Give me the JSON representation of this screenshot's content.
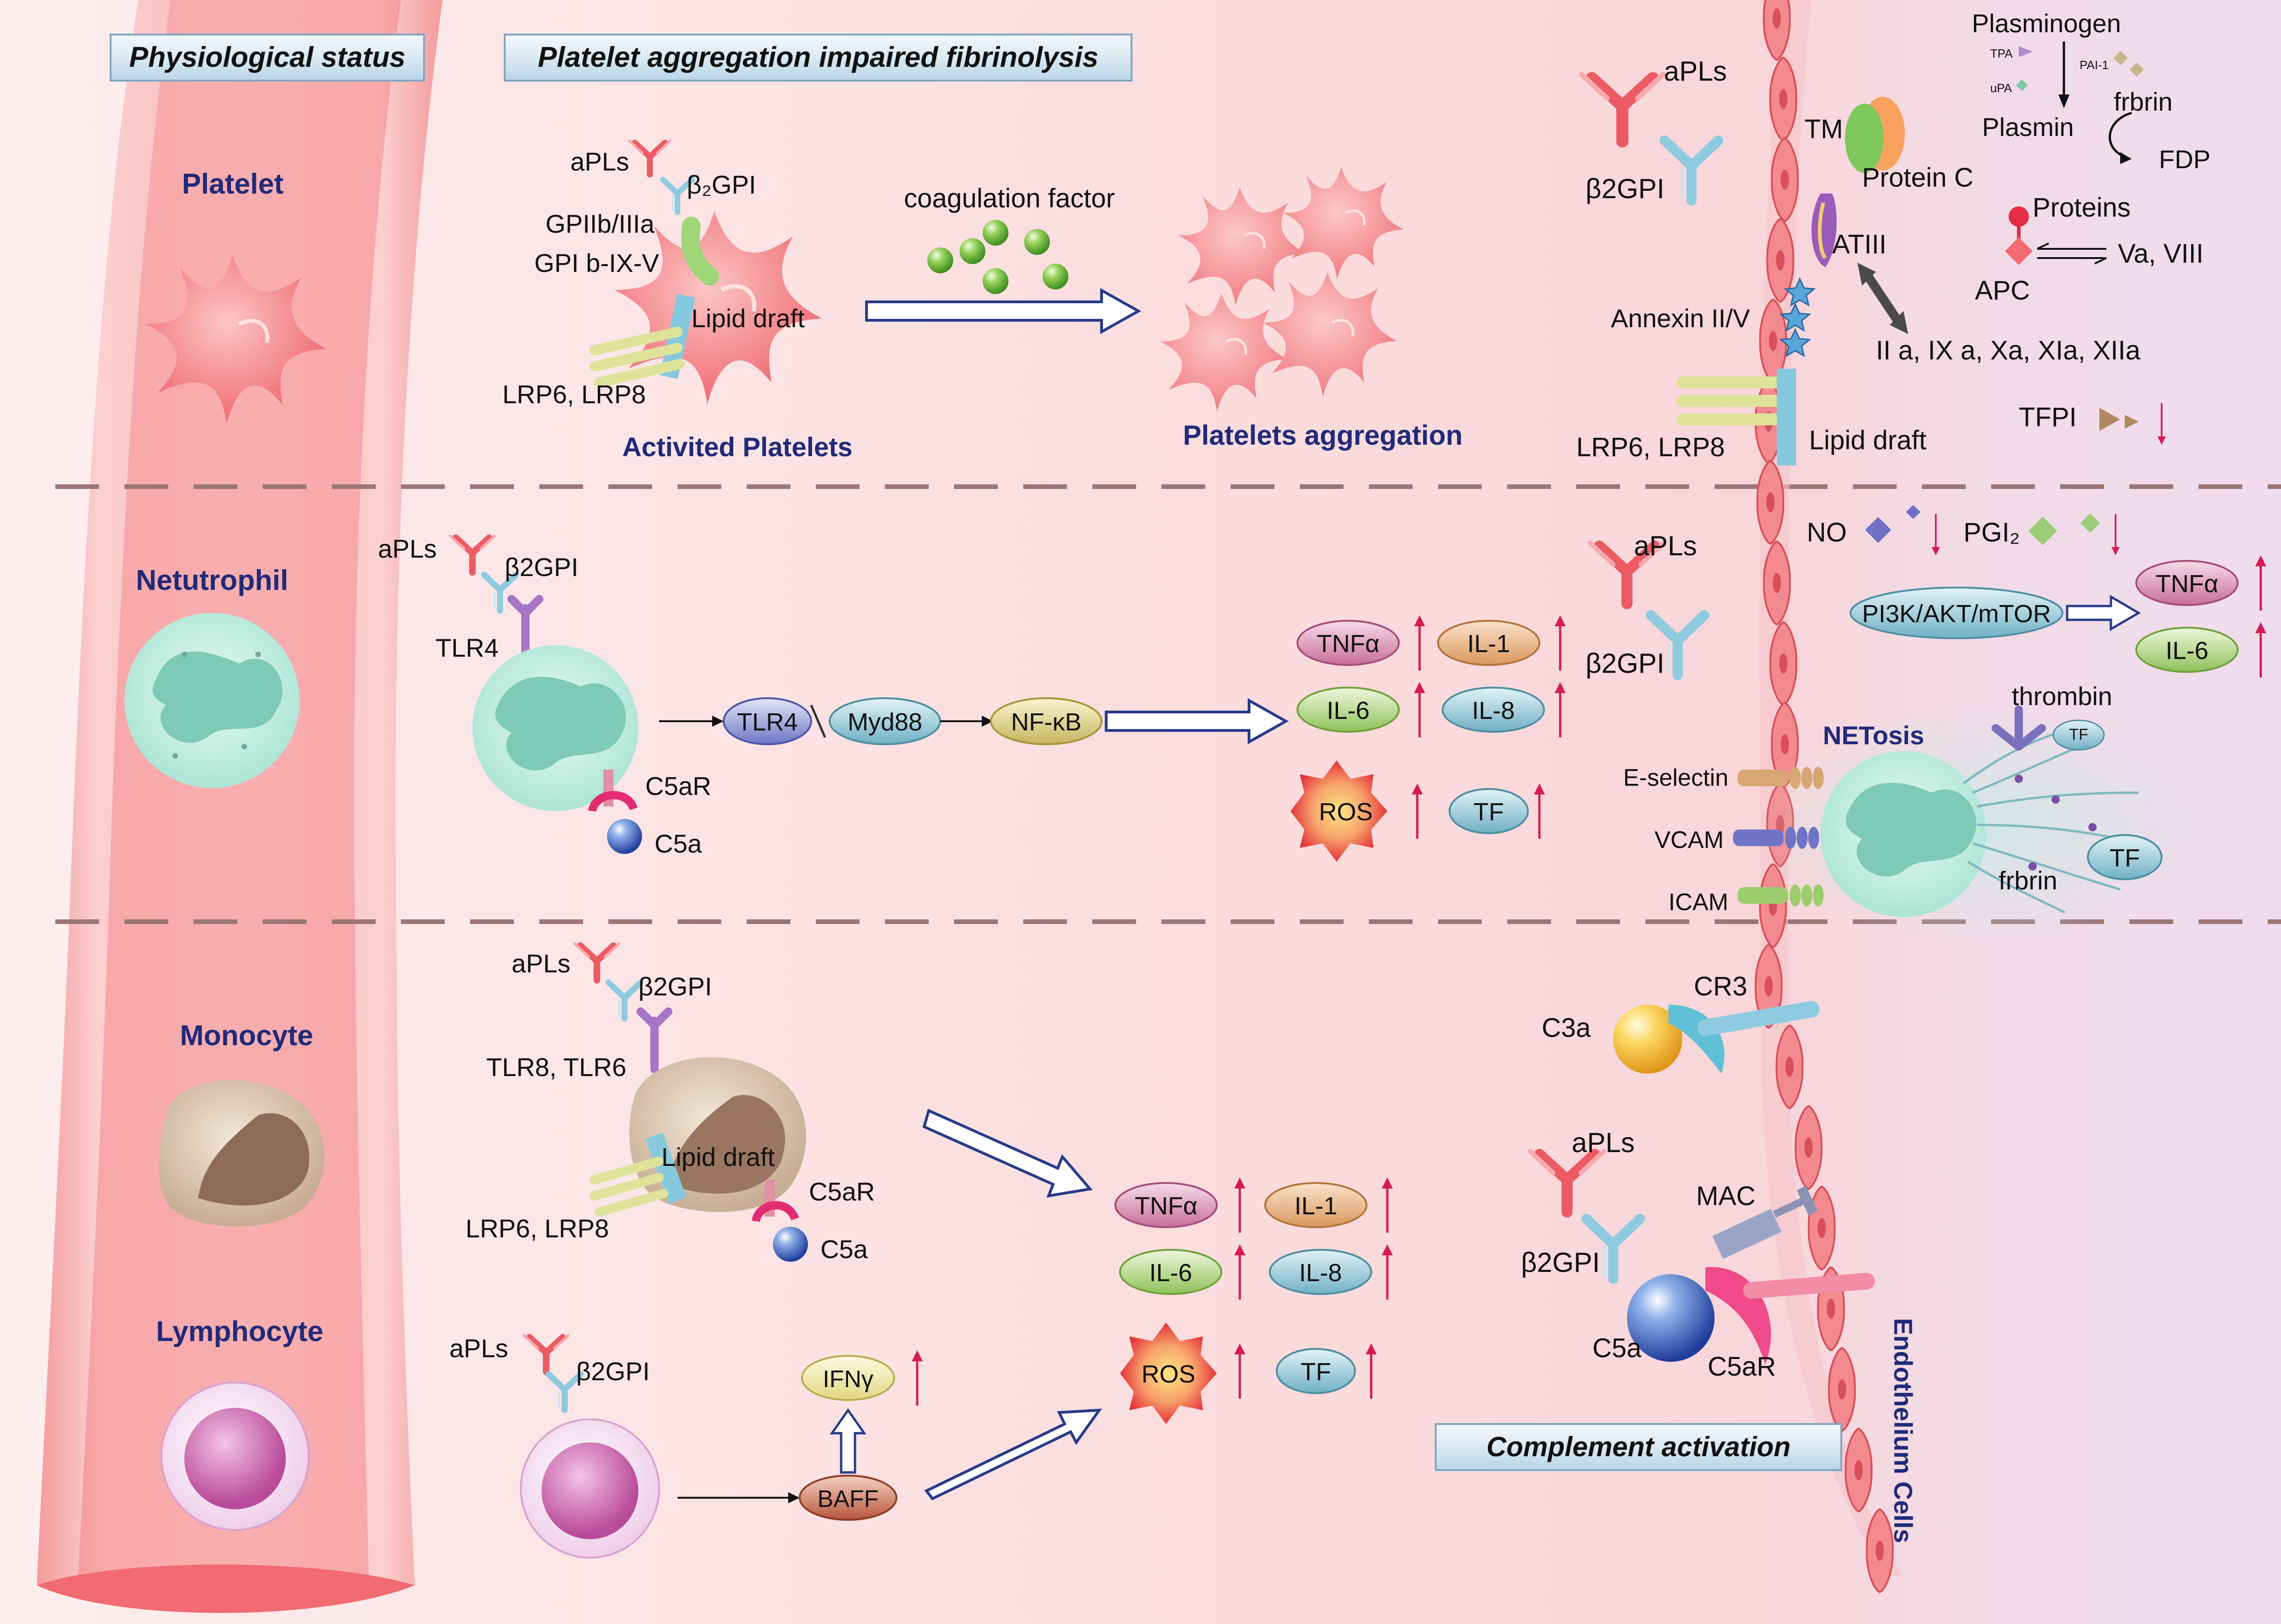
{
  "banners": {
    "physiological_status": "Physiological status",
    "platelet_impaired": "Platelet aggregation impaired fibrinolysis",
    "complement_activation": "Complement activation"
  },
  "cell_types": {
    "platelet": "Platelet",
    "neutrophil": "Netutrophil",
    "monocyte": "Monocyte",
    "lymphocyte": "Lymphocyte"
  },
  "platelet_panel": {
    "apls": "aPLs",
    "b2gpi": "β₂GPI",
    "gpiib": "GPIIb/IIIa",
    "gpib": "GPI b-IX-V",
    "lipid_draft": "Lipid draft",
    "lrp": "LRP6, LRP8",
    "activated": "Activited Platelets",
    "coag_factor": "coagulation factor",
    "aggregation": "Platelets aggregation"
  },
  "fibrinolysis": {
    "apls": "aPLs",
    "b2gpi": "β2GPI",
    "plasminogen": "Plasminogen",
    "tpa": "TPA",
    "upa": "uPA",
    "pai1": "PAI-1",
    "plasmin": "Plasmin",
    "frbrin": "frbrin",
    "fdp": "FDP",
    "tm": "TM",
    "protein_c": "Protein C",
    "proteins": "Proteins",
    "atiii": "ATIII",
    "apc": "APC",
    "va_viii": "Va, VIII",
    "annexin": "Annexin II/V",
    "factors": "II a, IX a, Xa, XIa, XIIa",
    "tfpi": "TFPI",
    "lrp": "LRP6, LRP8",
    "lipid_draft": "Lipid draft"
  },
  "neutrophil_panel": {
    "apls": "aPLs",
    "b2gpi": "β2GPI",
    "tlr4": "TLR4",
    "c5ar": "C5aR",
    "c5a": "C5a",
    "tlr4_node": "TLR4",
    "myd88": "Myd88",
    "nfkb": "NF-κB",
    "tnfa": "TNFα",
    "il1": "IL-1",
    "il6": "IL-6",
    "il8": "IL-8",
    "ros": "ROS",
    "tf": "TF"
  },
  "endo_mid": {
    "apls": "aPLs",
    "b2gpi": "β2GPI",
    "no": "NO",
    "pgi2": "PGI₂",
    "pathway": "PI3K/AKT/mTOR",
    "tnfa": "TNFα",
    "il6": "IL-6",
    "netosis": "NETosis",
    "thrombin": "thrombin",
    "tf1": "TF",
    "tf2": "TF",
    "frbrin": "frbrin",
    "e_selectin": "E-selectin",
    "vcam": "VCAM",
    "icam": "ICAM"
  },
  "monocyte_panel": {
    "apls": "aPLs",
    "b2gpi": "β2GPI",
    "tlr": "TLR8, TLR6",
    "lipid_draft": "Lipid draft",
    "c5ar": "C5aR",
    "c5a": "C5a",
    "lrp": "LRP6, LRP8",
    "tnfa": "TNFα",
    "il1": "IL-1",
    "il6": "IL-6",
    "il8": "IL-8"
  },
  "lymphocyte_panel": {
    "apls": "aPLs",
    "b2gpi": "β2GPI",
    "ifng": "IFNγ",
    "baff": "BAFF",
    "ros": "ROS",
    "tf": "TF"
  },
  "complement": {
    "cr3": "CR3",
    "c3a": "C3a",
    "apls": "aPLs",
    "mac": "MAC",
    "b2gpi": "β2GPI",
    "c5a": "C5a",
    "c5ar": "C5aR",
    "endothelium": "Endothelium Cells"
  },
  "colors": {
    "navy": "#1f2a7a",
    "up_arrow": "#d61c52",
    "vessel": "#f4878c",
    "antibody": "#ec5b64",
    "b2gpi": "#7dc4df"
  },
  "icons": [
    "antibody-icon",
    "b2gpi-icon",
    "platelet-icon",
    "neutrophil-icon",
    "monocyte-icon",
    "lymphocyte-icon",
    "up-arrow-icon",
    "star-icon",
    "open-arrow-icon"
  ]
}
